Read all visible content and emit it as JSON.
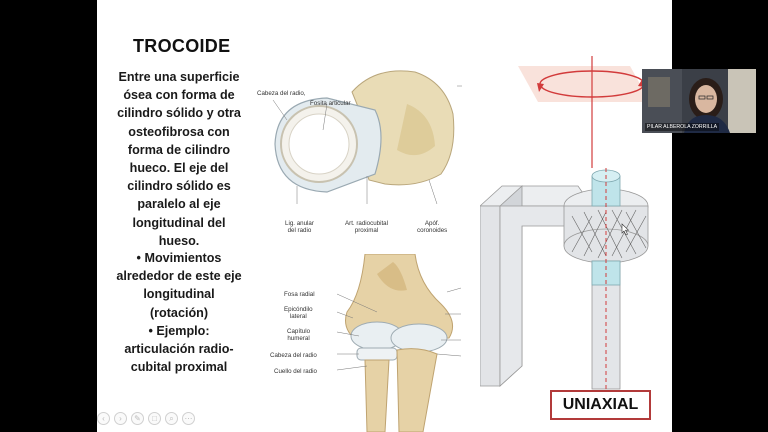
{
  "slide": {
    "title": "TROCOIDE",
    "description": "Entre una superficie ósea con forma de cilindro sólido y otra osteofibrosa con forma de cilindro hueco. El eje del cilindro sólido es paralelo al eje longitudinal del hueso.",
    "bullets": [
      "• Movimientos alrededor de este eje longitudinal (rotación)",
      "• Ejemplo: articulación radio-cubital proximal"
    ],
    "tag": "UNIAXIAL"
  },
  "top_figure_labels": {
    "cabeza": "Cabeza del radio,",
    "fosita": "Fosita articular",
    "lig": "Lig. anular\ndel radio",
    "art": "Art. radiocubital\nproximal",
    "apof": "Apóf.\ncoronoides"
  },
  "bottom_figure_labels": {
    "fosa": "Fosa radial",
    "epicondilo": "Epicóndilo\nlateral",
    "capitulo": "Capítulo\nhumeral",
    "cabeza": "Cabeza del radio",
    "cuello": "Cuello del radio"
  },
  "video": {
    "participant_name": "PILAR ALBEROLA ZORRILLA"
  },
  "controls": [
    "‹",
    "›",
    "✎",
    "□",
    "⌕",
    "⋯"
  ],
  "colors": {
    "accent_red": "#d23b3b",
    "tag_border": "#b23a3a",
    "cylinder_cyan": "#bfe4ea",
    "block_gray": "#dfe1e4"
  }
}
